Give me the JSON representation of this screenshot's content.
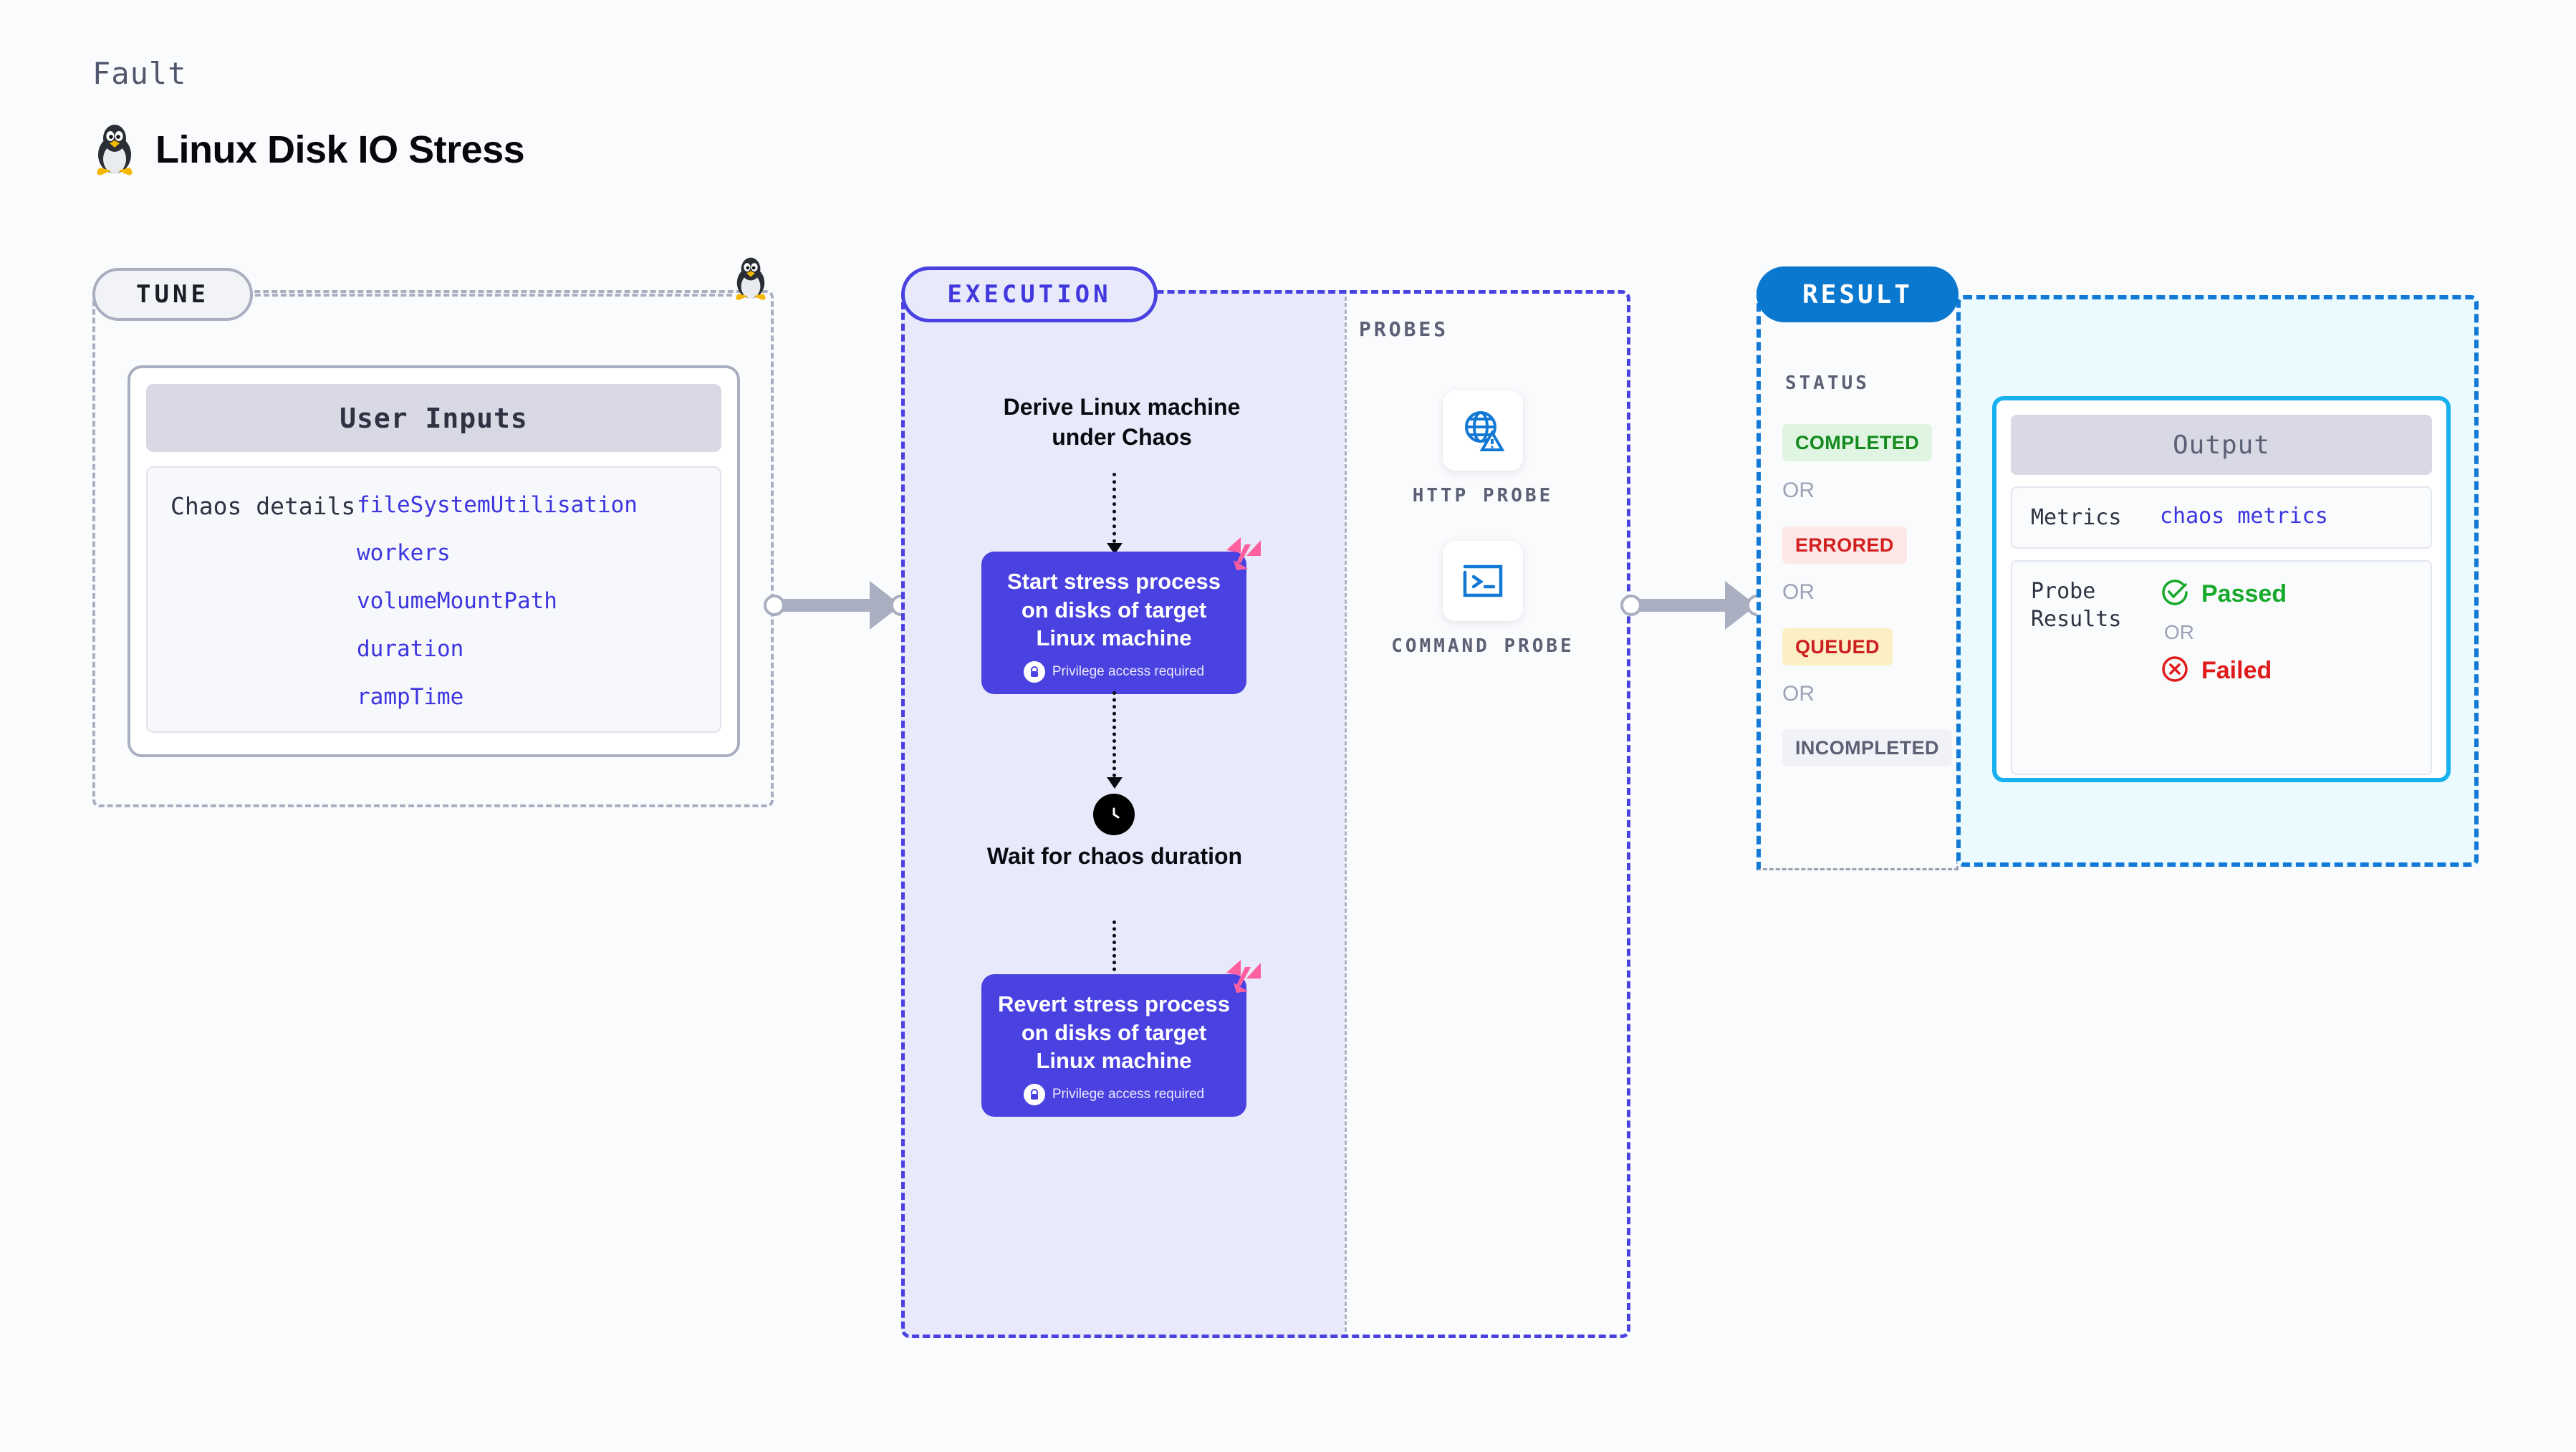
{
  "header": {
    "kicker": "Fault",
    "title": "Linux Disk IO Stress",
    "icon": "linux-tux-icon"
  },
  "tune": {
    "pill_label": "TUNE",
    "badge_icon": "linux-tux-icon",
    "card_title": "User Inputs",
    "row_label": "Chaos details",
    "inputs": [
      "fileSystemUtilisation",
      "workers",
      "volumeMountPath",
      "duration",
      "rampTime"
    ]
  },
  "execution": {
    "pill_label": "EXECUTION",
    "step_derive": "Derive Linux machine under Chaos",
    "node_start": {
      "title": "Start stress process on disks of target Linux machine",
      "privilege": "Privilege access required",
      "badge_icon": "harness-chaos-logo-icon",
      "lock_icon": "lock-icon"
    },
    "wait_label": "Wait for chaos duration",
    "wait_icon": "clock-icon",
    "node_revert": {
      "title": "Revert stress process on disks of target Linux machine",
      "privilege": "Privilege access required",
      "badge_icon": "harness-chaos-logo-icon",
      "lock_icon": "lock-icon"
    }
  },
  "probes": {
    "section_label": "PROBES",
    "items": [
      {
        "label": "HTTP PROBE",
        "icon": "globe-warning-icon"
      },
      {
        "label": "COMMAND PROBE",
        "icon": "terminal-icon"
      }
    ]
  },
  "result": {
    "pill_label": "RESULT",
    "status_label": "STATUS",
    "or_label": "OR",
    "statuses": [
      {
        "text": "COMPLETED",
        "fg": "#128a1e",
        "bg": "#dff5e1"
      },
      {
        "text": "ERRORED",
        "fg": "#d21f1f",
        "bg": "#fde7e7"
      },
      {
        "text": "QUEUED",
        "fg": "#cc2020",
        "bg": "#fdefc4"
      },
      {
        "text": "INCOMPLETED",
        "fg": "#5b6075",
        "bg": "#f1f2f7"
      }
    ],
    "output": {
      "title": "Output",
      "metrics_label": "Metrics",
      "metrics_value": "chaos metrics",
      "probe_results_label": "Probe Results",
      "passed_label": "Passed",
      "failed_label": "Failed",
      "or_label": "OR",
      "passed_icon": "check-circle-icon",
      "failed_icon": "x-circle-icon",
      "passed_color": "#17a92b",
      "failed_color": "#e01b1b"
    }
  },
  "colors": {
    "indigo": "#4a42e0",
    "indigo_light": "#e8e9fb",
    "blue": "#0b78cf",
    "cyan": "#18b0ef",
    "cyan_light": "#eafaff",
    "gray": "#a9aec0",
    "pink": "#ff5f9e"
  }
}
